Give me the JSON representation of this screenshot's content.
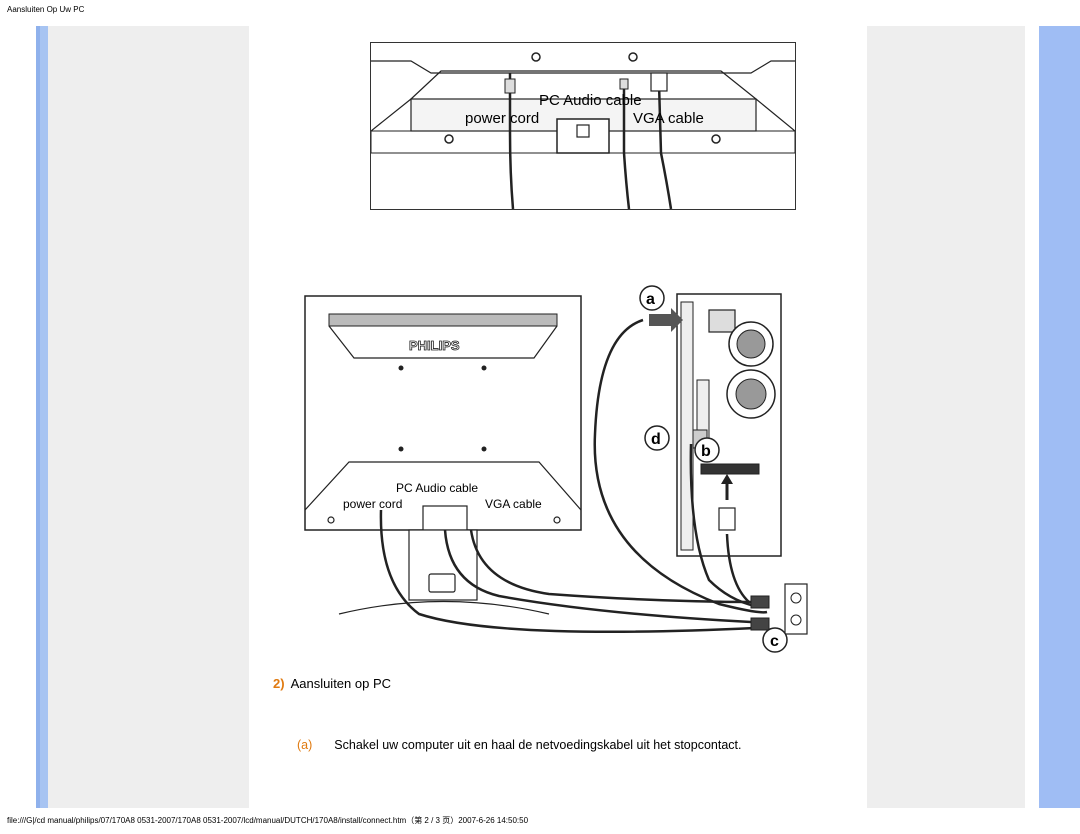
{
  "header": {
    "title": "Aansluiten Op Uw PC"
  },
  "footer": {
    "path": "file:///G|/cd manual/philips/07/170A8 0531-2007/170A8 0531-2007/lcd/manual/DUTCH/170A8/install/connect.htm（第 2 / 3 页）2007-6-26 14:50:50"
  },
  "figure_top": {
    "labels": {
      "pc_audio_cable": "PC Audio cable",
      "power_cord": "power cord",
      "vga_cable": "VGA cable"
    }
  },
  "figure_bottom": {
    "brand": "PHILIPS",
    "labels": {
      "pc_audio_cable": "PC Audio cable",
      "power_cord": "power cord",
      "vga_cable": "VGA cable"
    },
    "markers": {
      "a": "a",
      "b": "b",
      "c": "c",
      "d": "d"
    }
  },
  "section": {
    "number": "2)",
    "title": "Aansluiten op PC"
  },
  "steps": [
    {
      "letter": "(a)",
      "text": "Schakel uw computer uit en haal de netvoedingskabel uit het stopcontact."
    }
  ],
  "colors": {
    "accent": "#e07a10",
    "side_stripe": "#9fbdf4",
    "panel": "#eeeeee"
  }
}
